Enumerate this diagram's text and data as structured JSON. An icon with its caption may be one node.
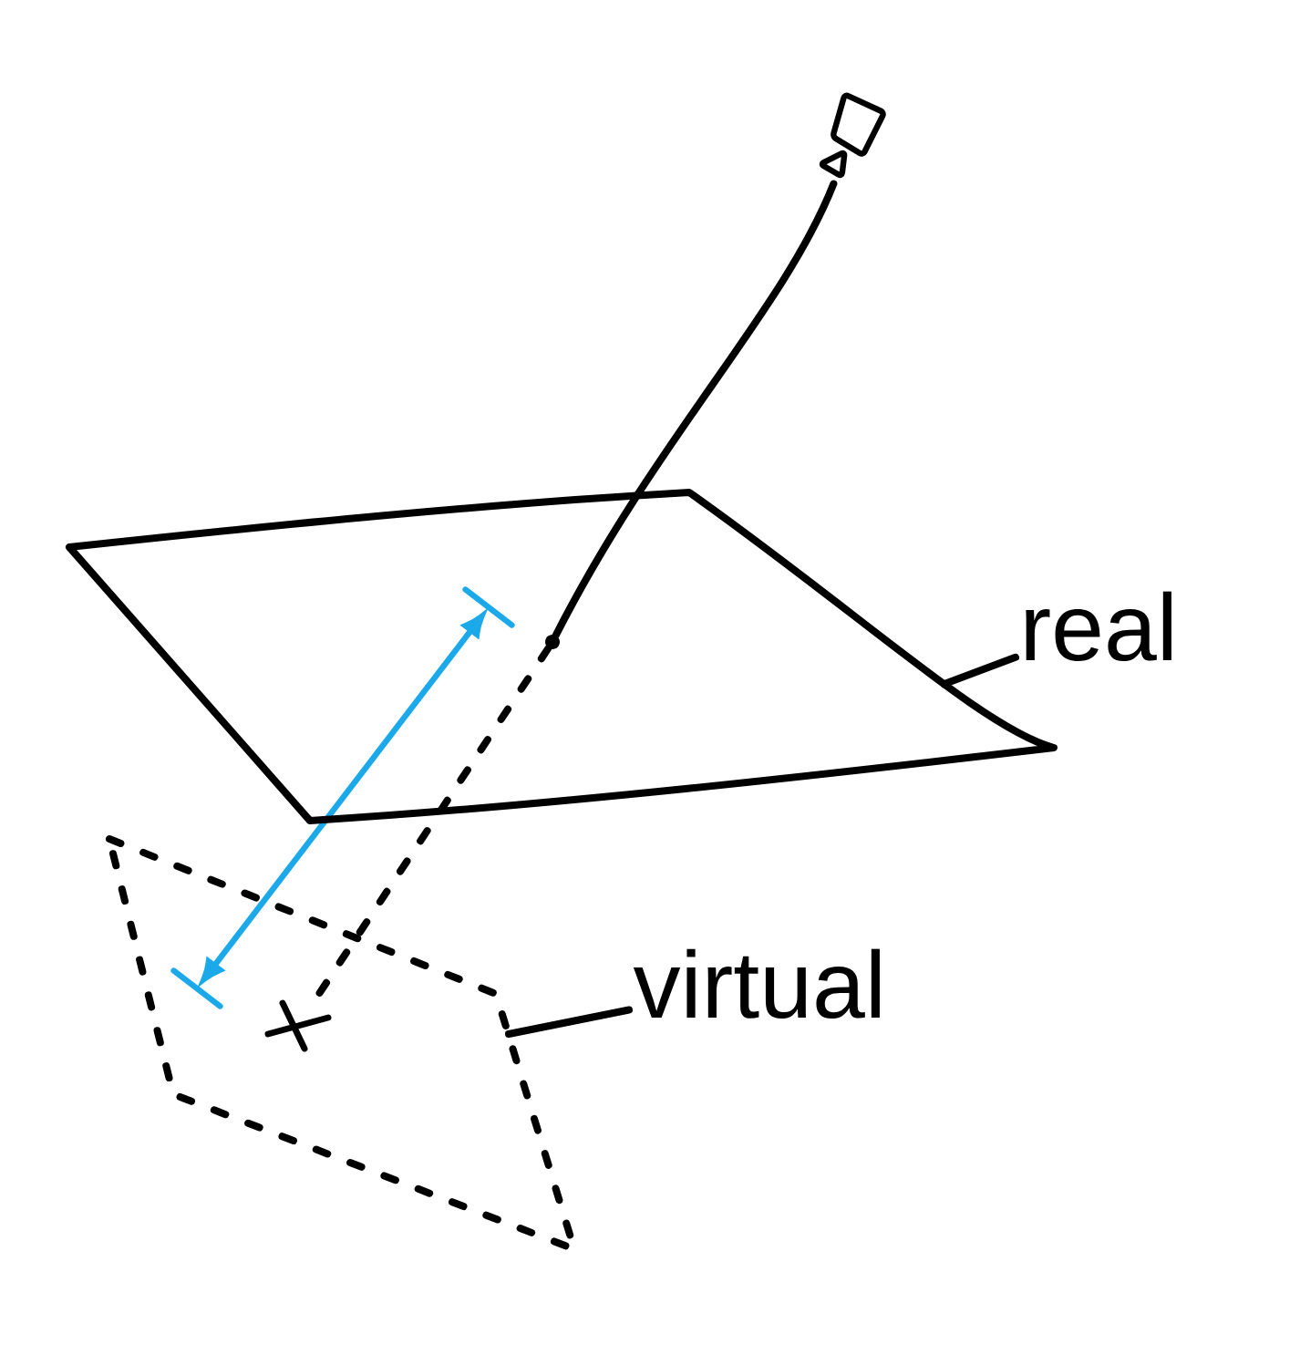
{
  "diagram": {
    "nodes": [
      {
        "text": [],
        "shape": "camera"
      },
      {
        "text": [],
        "shape": "parallelogram"
      },
      {
        "text": [],
        "shape": "dot",
        "in": 1
      },
      {
        "text": [
          "real"
        ]
      },
      {
        "text": [],
        "shape": "parallelogram"
      },
      {
        "text": [],
        "shape": "cross",
        "in": 4
      },
      {
        "text": [
          "virtual"
        ]
      }
    ],
    "edges": [
      {
        "from": 0,
        "to": 2,
        "arrow": "none"
      },
      {
        "from": 2,
        "to": 5,
        "arrow": "none",
        "style": "dashed"
      },
      {
        "from": 3,
        "to": 1,
        "arrow": "none"
      },
      {
        "from": 6,
        "to": 4,
        "arrow": "none"
      }
    ]
  }
}
